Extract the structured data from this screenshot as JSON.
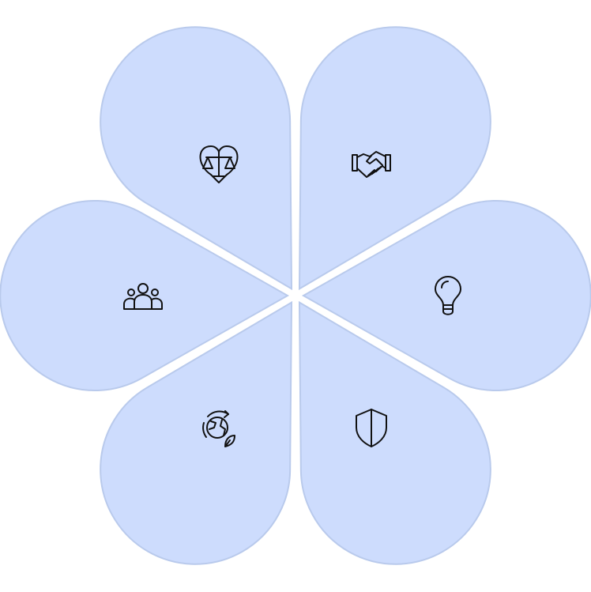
{
  "diagram": {
    "petal_fill": "#cddcfd",
    "petal_stroke": "#b9caec",
    "icon_color": "#111111",
    "petals": [
      {
        "icon": "heart-scale-icon",
        "angle": -120
      },
      {
        "icon": "handshake-icon",
        "angle": -60
      },
      {
        "icon": "lightbulb-icon",
        "angle": 0
      },
      {
        "icon": "shield-icon",
        "angle": 60
      },
      {
        "icon": "globe-leaf-icon",
        "angle": 120
      },
      {
        "icon": "people-icon",
        "angle": 180
      }
    ]
  }
}
